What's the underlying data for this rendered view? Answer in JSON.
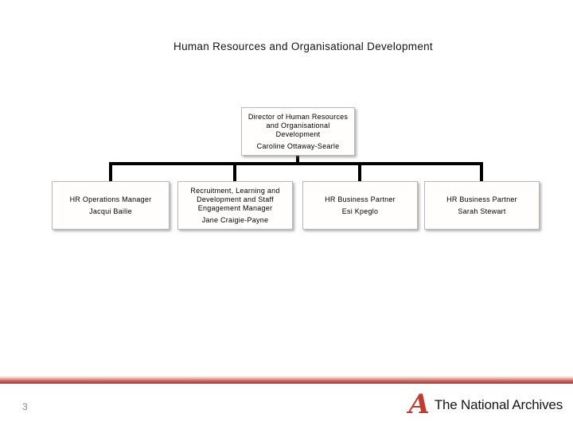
{
  "slide": {
    "title": "Human Resources and Organisational Development",
    "page_number": "3"
  },
  "org_chart": {
    "root": {
      "title": "Director of Human Resources\nand Organisational\nDevelopment",
      "name": "Caroline Ottaway-Searle"
    },
    "children": [
      {
        "title": "HR Operations Manager",
        "name": "Jacqui Bailie"
      },
      {
        "title": "Recruitment, Learning and\nDevelopment and Staff\nEngagement Manager",
        "name": "Jane Craigie-Payne"
      },
      {
        "title": "HR Business Partner",
        "name": "Esi Kpeglo"
      },
      {
        "title": "HR Business Partner",
        "name": "Sarah Stewart"
      }
    ]
  },
  "footer": {
    "logo_letter": "A",
    "logo_text": "The National Archives"
  },
  "colors": {
    "brand_red": "#c23b30",
    "bar_red_light": "#f0d4d2",
    "bar_red_mid": "#cd6e66",
    "bar_red_dark": "#a84038",
    "page_number_gray": "#8a8a8a",
    "connector_black": "#000000",
    "box_border_gray": "#b9b9b9"
  }
}
